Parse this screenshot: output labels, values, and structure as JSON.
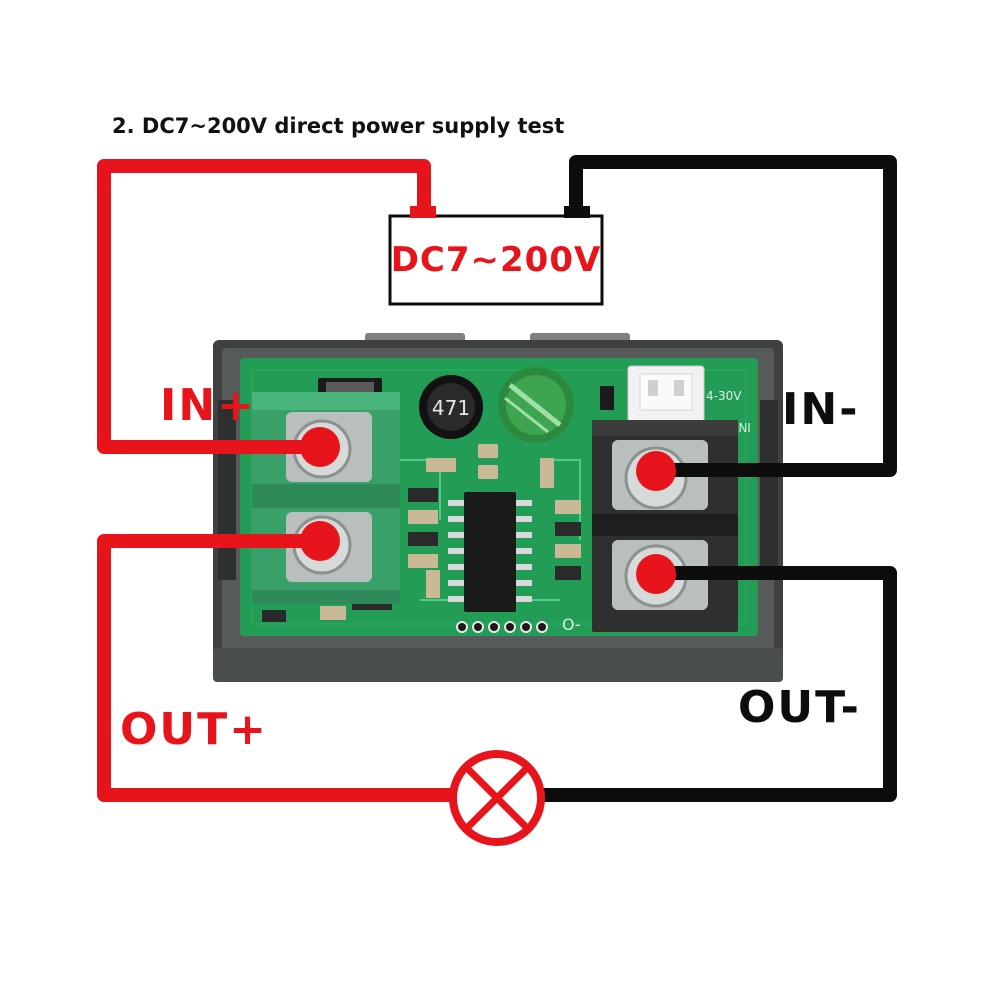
{
  "diagram": {
    "title": "2. DC7~200V direct power supply test",
    "supply": {
      "label": "DC7~200V"
    },
    "terminals": {
      "in_plus": "IN+",
      "in_minus": "IN-",
      "out_plus": "OUT+",
      "out_minus": "OUT-"
    },
    "board": {
      "inductor_marking": "471",
      "connector_marking": "4-30V",
      "side_marking": "-NI",
      "bottom_marking": "O-"
    },
    "colors": {
      "positive_wire": "#e8141c",
      "negative_wire": "#0d0d0d",
      "pcb": "#239c56",
      "terminal_green": "#3aa06a",
      "terminal_black": "#2f2f2f",
      "case": "#3e4140"
    },
    "load": {
      "icon": "lamp-icon"
    }
  }
}
